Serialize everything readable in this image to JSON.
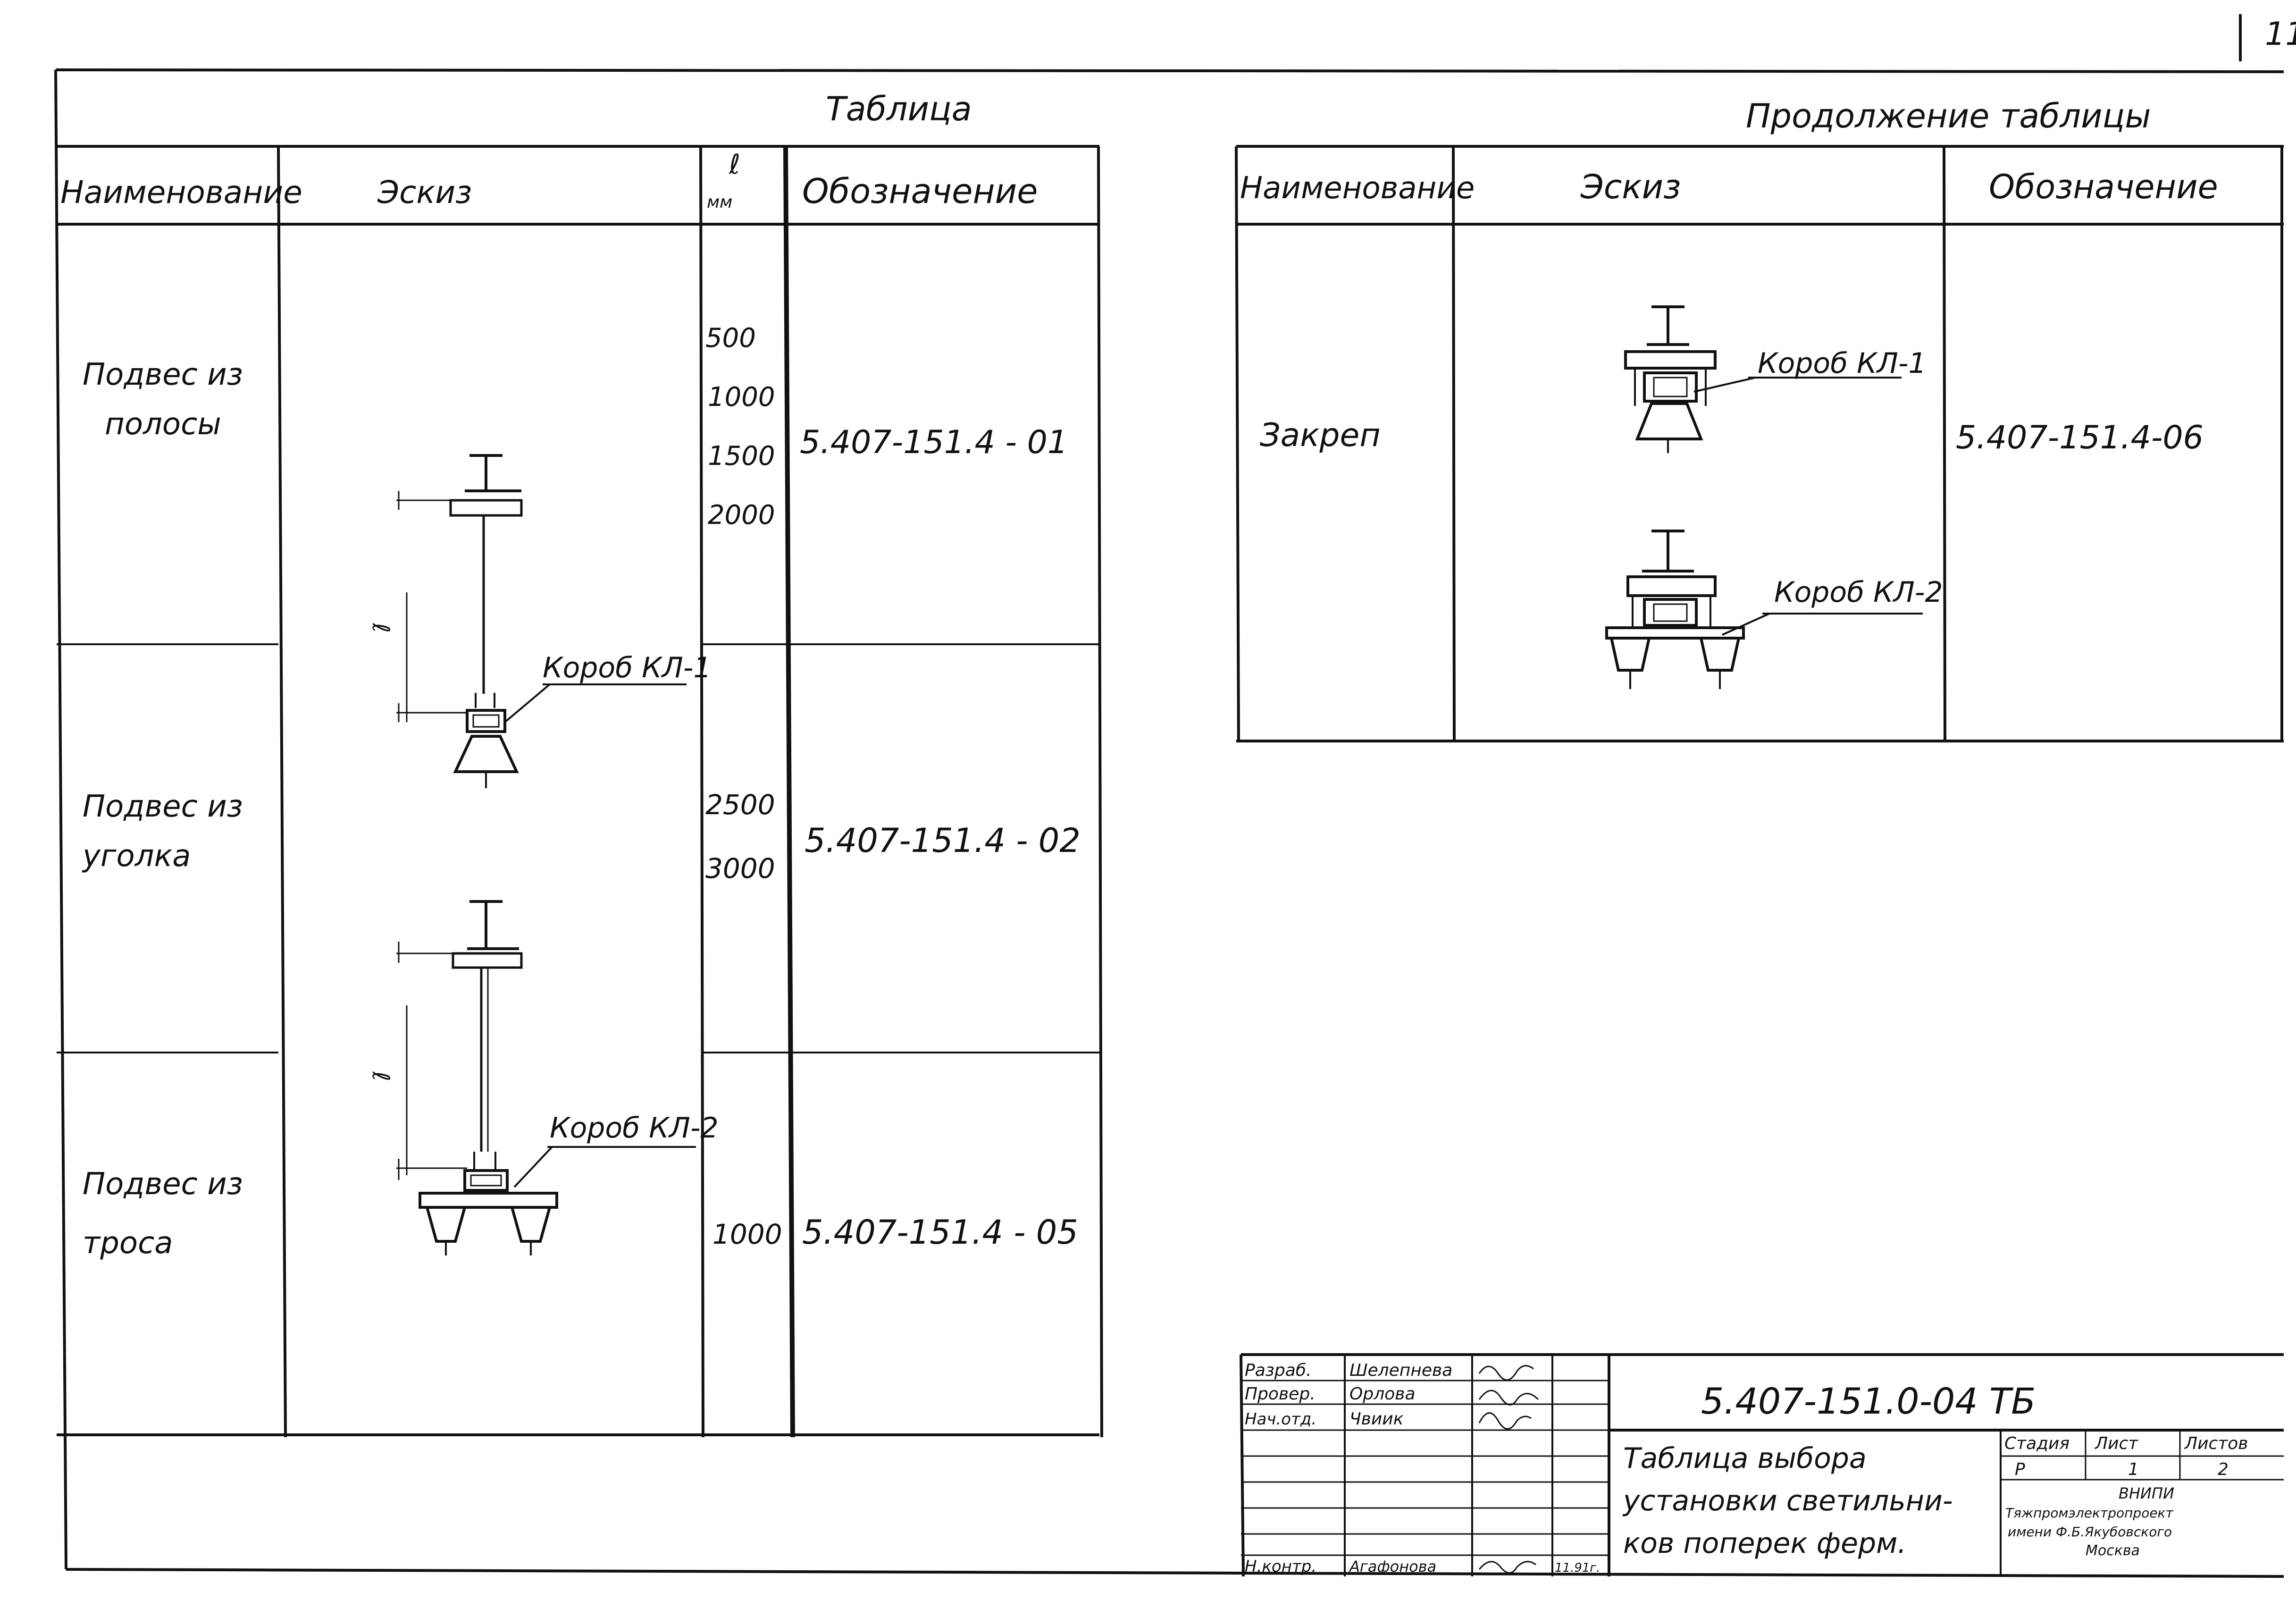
{
  "page_number": "11",
  "left_table": {
    "caption": "Таблица",
    "headers": {
      "name": "Наименование",
      "sketch": "Эскиз",
      "length_symbol": "ℓ",
      "length_unit": "мм",
      "designation": "Обозначение"
    },
    "rows": [
      {
        "name_line1": "Подвес из",
        "name_line2": "полосы",
        "lengths": [
          "500",
          "1000",
          "1500",
          "2000"
        ],
        "designation": "5.407-151.4 - 01"
      },
      {
        "name_line1": "Подвес из",
        "name_line2": "уголка",
        "lengths": [
          "2500",
          "3000"
        ],
        "designation": "5.407-151.4 - 02"
      },
      {
        "name_line1": "Подвес из",
        "name_line2": "троса",
        "lengths": [
          "1000"
        ],
        "designation": "5.407-151.4 - 05"
      }
    ],
    "sketch_labels": {
      "dimension": "ℓ",
      "box1": "Короб КЛ-1",
      "box2": "Короб КЛ-2"
    }
  },
  "right_table": {
    "caption": "Продолжение таблицы",
    "headers": {
      "name": "Наименование",
      "sketch": "Эскиз",
      "designation": "Обозначение"
    },
    "row": {
      "name": "Закреп",
      "designation": "5.407-151.4-06",
      "label_box1": "Короб КЛ-1",
      "label_box2": "Короб КЛ-2"
    }
  },
  "title_block": {
    "code": "5.407-151.0-04 ТБ",
    "title_line1": "Таблица выбора",
    "title_line2": "установки светильни-",
    "title_line3": "ков поперек ферм.",
    "roles": [
      {
        "role": "Разраб.",
        "name": "Шелепнева"
      },
      {
        "role": "Провер.",
        "name": "Орлова"
      },
      {
        "role": "Нач.отд.",
        "name": "Чвиик"
      },
      {
        "role": "Н.контр.",
        "name": "Агафонова"
      }
    ],
    "date": "11.91г.",
    "stage_header": "Стадия",
    "sheet_header": "Лист",
    "sheets_header": "Листов",
    "stage": "Р",
    "sheet": "1",
    "sheets": "2",
    "org_line1": "ВНИПИ",
    "org_line2": "Тяжпромэлектропроект",
    "org_line3": "имени Ф.Б.Якубовского",
    "org_line4": "Москва"
  }
}
